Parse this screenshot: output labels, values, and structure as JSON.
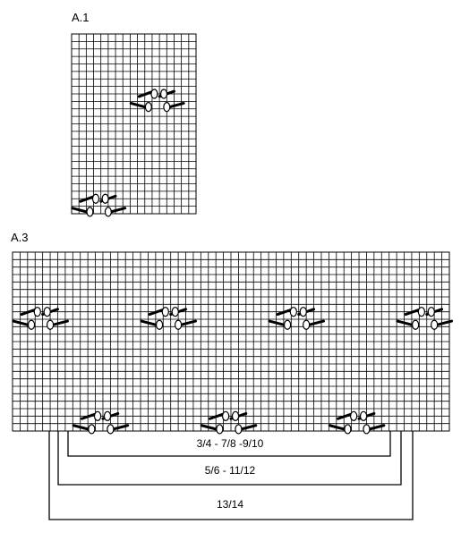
{
  "charts": {
    "a1": {
      "title": "A.1",
      "cols": 17,
      "rows": 24,
      "motifs": [
        {
          "col": 8,
          "row": 8
        },
        {
          "col": 0,
          "row": 22
        }
      ]
    },
    "a3": {
      "title": "A.3",
      "cols": 58,
      "rows": 24,
      "motifs": [
        {
          "col": 0,
          "row": 8
        },
        {
          "col": 17,
          "row": 8
        },
        {
          "col": 34,
          "row": 8
        },
        {
          "col": 51,
          "row": 8
        },
        {
          "col": 8,
          "row": 22
        },
        {
          "col": 25,
          "row": 22
        },
        {
          "col": 42,
          "row": 22
        }
      ]
    }
  },
  "size_brackets": [
    {
      "label": "3/4 - 7/8 -9/10"
    },
    {
      "label": "5/6 - 11/12"
    },
    {
      "label": "13/14"
    }
  ]
}
